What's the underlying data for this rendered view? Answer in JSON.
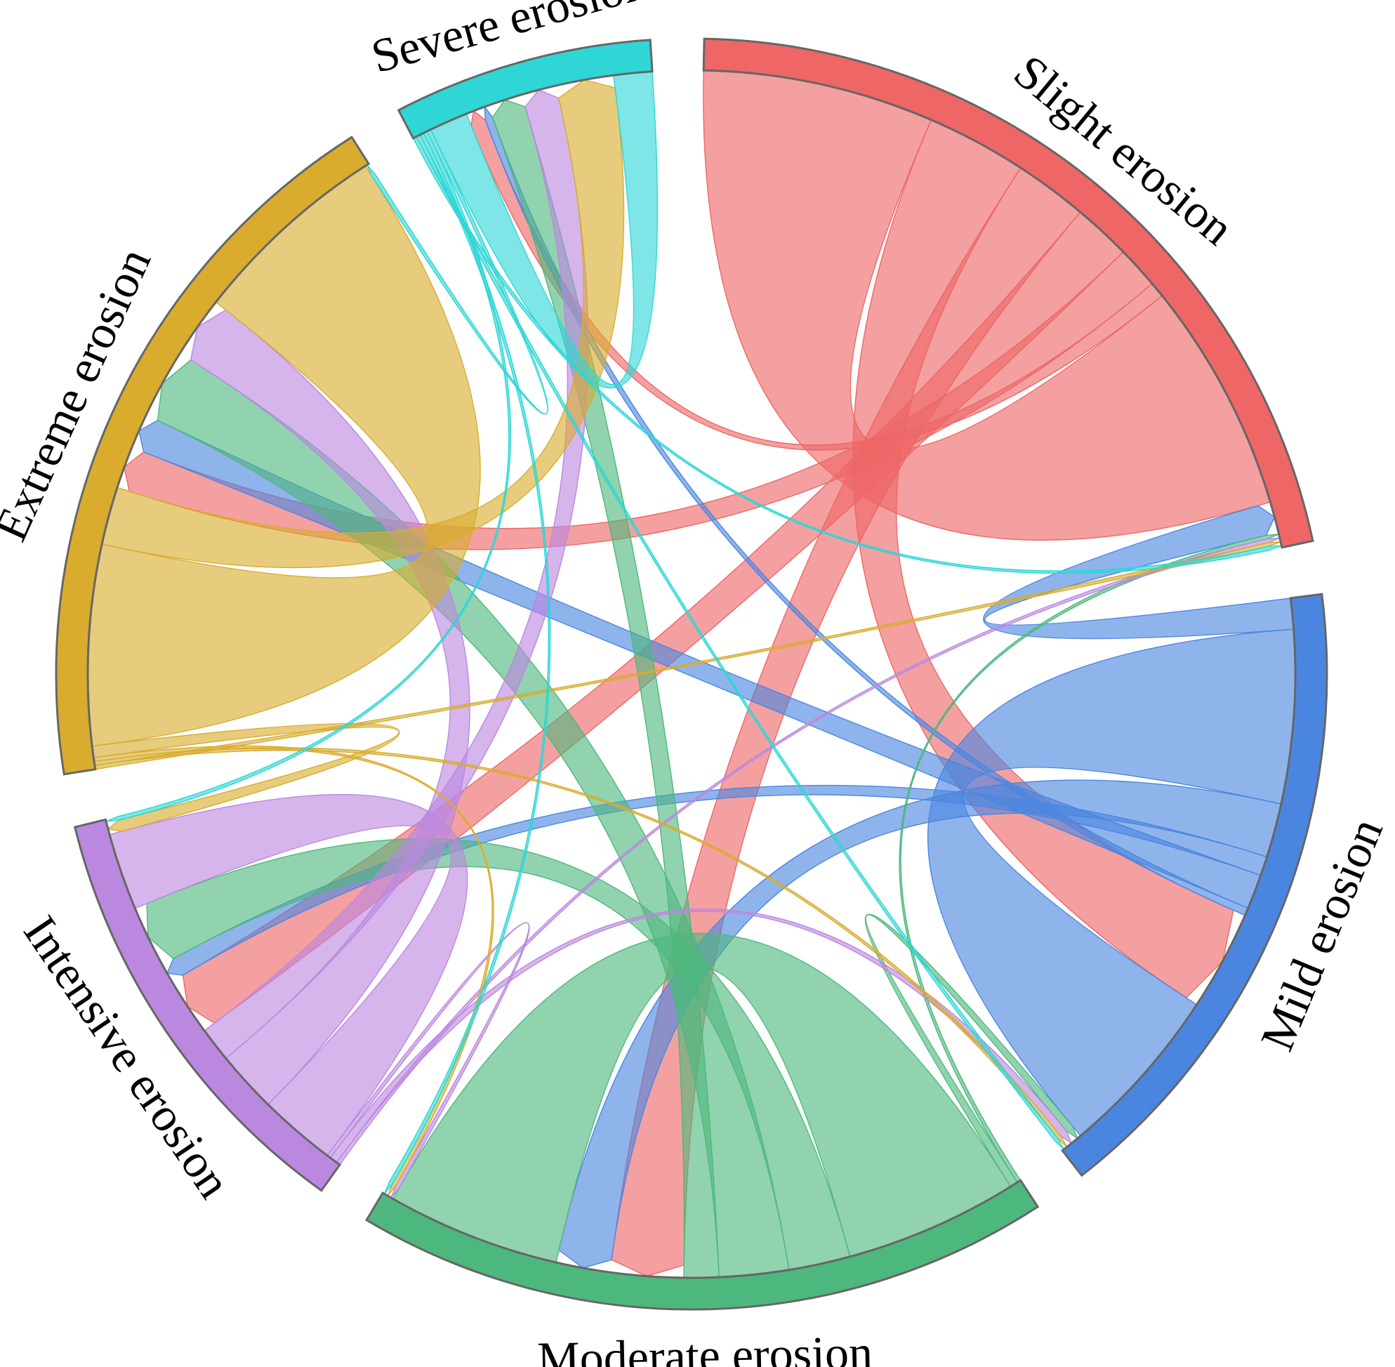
{
  "chart_data": {
    "type": "chord",
    "title": "",
    "groups": [
      {
        "name": "Slight erosion",
        "color": "#ee6666"
      },
      {
        "name": "Mild erosion",
        "color": "#4a86e0"
      },
      {
        "name": "Moderate erosion",
        "color": "#4db87d"
      },
      {
        "name": "Intensive erosion",
        "color": "#bb88e0"
      },
      {
        "name": "Extreme erosion",
        "color": "#d9ac2e"
      },
      {
        "name": "Severe erosion",
        "color": "#2ed6d6"
      }
    ],
    "matrix": [
      [
        60,
        26,
        19,
        15,
        11,
        4
      ],
      [
        8,
        45,
        14,
        5,
        9,
        2
      ],
      [
        1,
        2,
        45,
        16,
        18,
        9
      ],
      [
        1,
        2,
        1,
        20,
        16,
        9
      ],
      [
        1,
        1,
        1,
        3,
        52,
        15
      ],
      [
        1,
        1,
        1,
        1,
        1,
        10
      ]
    ]
  }
}
